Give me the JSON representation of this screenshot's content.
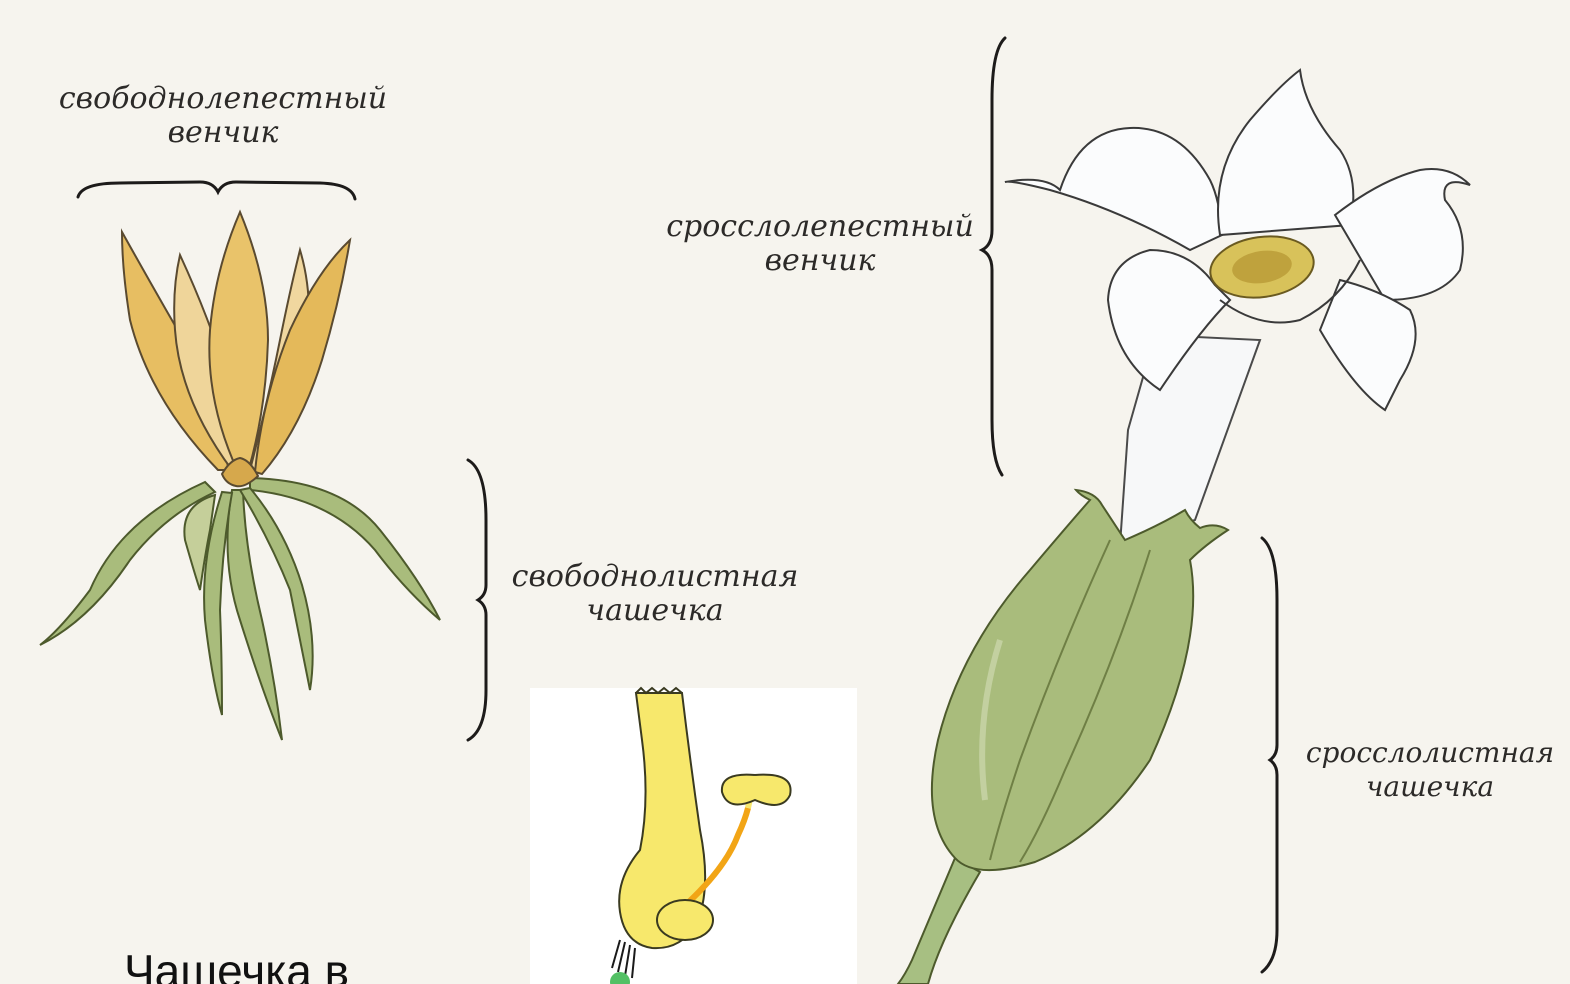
{
  "labels": {
    "free_corolla": {
      "line1": "свободнолепестный",
      "line2": "венчик"
    },
    "fused_corolla": {
      "line1": "сросслолепестный",
      "line2": "венчик"
    },
    "free_calyx": {
      "line1": "свободнолистная",
      "line2": "чашечка"
    },
    "fused_calyx": {
      "line1": "сросслолистная",
      "line2": "чашечка"
    }
  },
  "caption": "Чашечка в",
  "colors": {
    "background": "#f6f4ee",
    "petal_yellow": "#e9c36a",
    "sepal_green": "#a9bc7c",
    "white_petal": "#fbfcfd",
    "inset_yellow": "#f7e86c",
    "inset_orange": "#f2a516"
  }
}
